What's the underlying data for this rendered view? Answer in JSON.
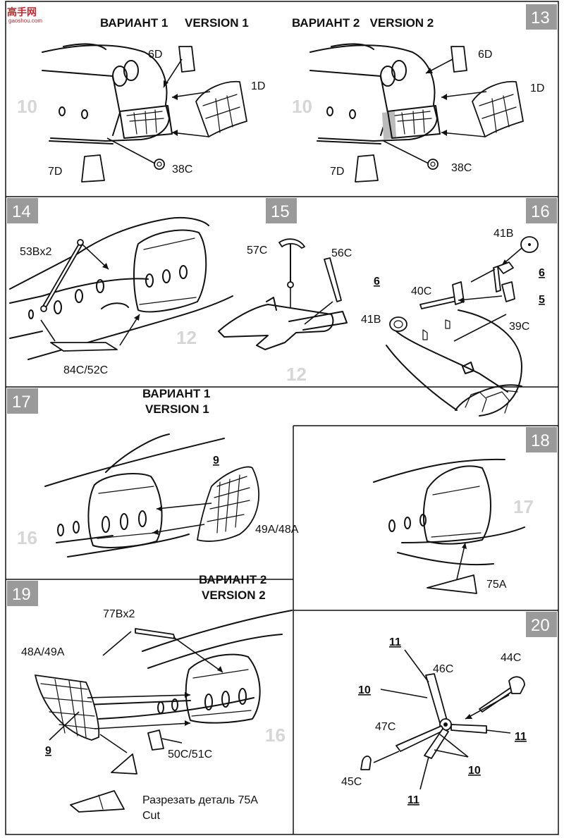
{
  "watermark": {
    "main": "高手网",
    "sub": "gaoshou.com"
  },
  "steps": [
    {
      "number": "13"
    },
    {
      "number": "14"
    },
    {
      "number": "15"
    },
    {
      "number": "16"
    },
    {
      "number": "17"
    },
    {
      "number": "18"
    },
    {
      "number": "19"
    },
    {
      "number": "20"
    }
  ],
  "step13": {
    "left_header": "ВАРИАНТ 1     VERSION 1",
    "right_header": "ВАРИАНТ 2   VERSION 2",
    "ref_left": "10",
    "ref_right": "10",
    "parts": {
      "p6d": "6D",
      "p1d": "1D",
      "p7d": "7D",
      "p38c": "38C"
    }
  },
  "step14": {
    "ref": "12",
    "parts": {
      "p53b": "53Bx2",
      "p84c": "84C/52C"
    }
  },
  "step15": {
    "ref": "12",
    "parts": {
      "p57c": "57C",
      "p56c": "56C"
    }
  },
  "step16": {
    "parts": {
      "p41b_top": "41B",
      "p6_right": "6",
      "p6_left": "6",
      "p40c": "40C",
      "p5": "5",
      "p41b_left": "41B",
      "p39c": "39C"
    }
  },
  "step17": {
    "header_ru": "ВАРИАНТ 1",
    "header_en": "VERSION 1",
    "ref": "16",
    "parts": {
      "p9": "9",
      "p49a": "49A/48A"
    }
  },
  "step18": {
    "ref": "17",
    "parts": {
      "p75a": "75A"
    }
  },
  "step19": {
    "header_ru": "ВАРИАНТ 2",
    "header_en": "VERSION 2",
    "ref": "16",
    "parts": {
      "p77b": "77Bx2",
      "p48a": "48A/49A",
      "p9": "9",
      "p50c": "50C/51C"
    },
    "cut_ru": "Разрезать деталь 75A",
    "cut_en": "Cut"
  },
  "step20": {
    "parts": {
      "p11_top": "11",
      "p46c": "46C",
      "p44c": "44C",
      "p10_left": "10",
      "p47c": "47C",
      "p11_right": "11",
      "p10_bottom": "10",
      "p45c": "45C",
      "p11_bottom": "11"
    }
  }
}
